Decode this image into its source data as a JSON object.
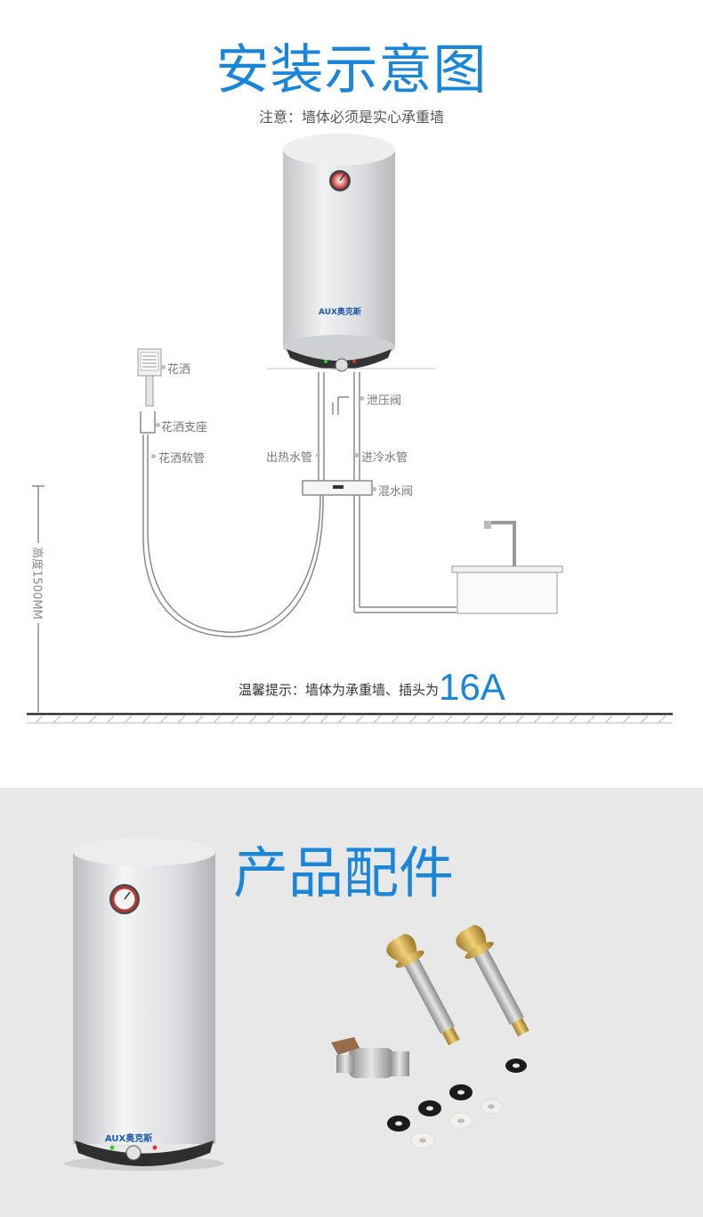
{
  "install": {
    "title": "安装示意图",
    "subtitle": "注意：墙体必须是实心承重墙",
    "brand": "AUX奥克斯",
    "labels": {
      "shower": "花洒",
      "shower_holder": "花洒支座",
      "shower_hose": "花洒软管",
      "pressure_valve": "泄压阀",
      "hot_pipe": "出热水管",
      "cold_pipe": "进冷水管",
      "mixing_valve": "混水阀"
    },
    "height": "高度1500MM",
    "tip_text": "温馨提示：墙体为承重墙、插头为",
    "tip_value": "16A"
  },
  "accessories": {
    "title": "产品配件",
    "brand": "AUX奥克斯"
  },
  "colors": {
    "accent": "#1a86d9",
    "tank": "#d9dadc",
    "line": "#8a8a8a"
  }
}
